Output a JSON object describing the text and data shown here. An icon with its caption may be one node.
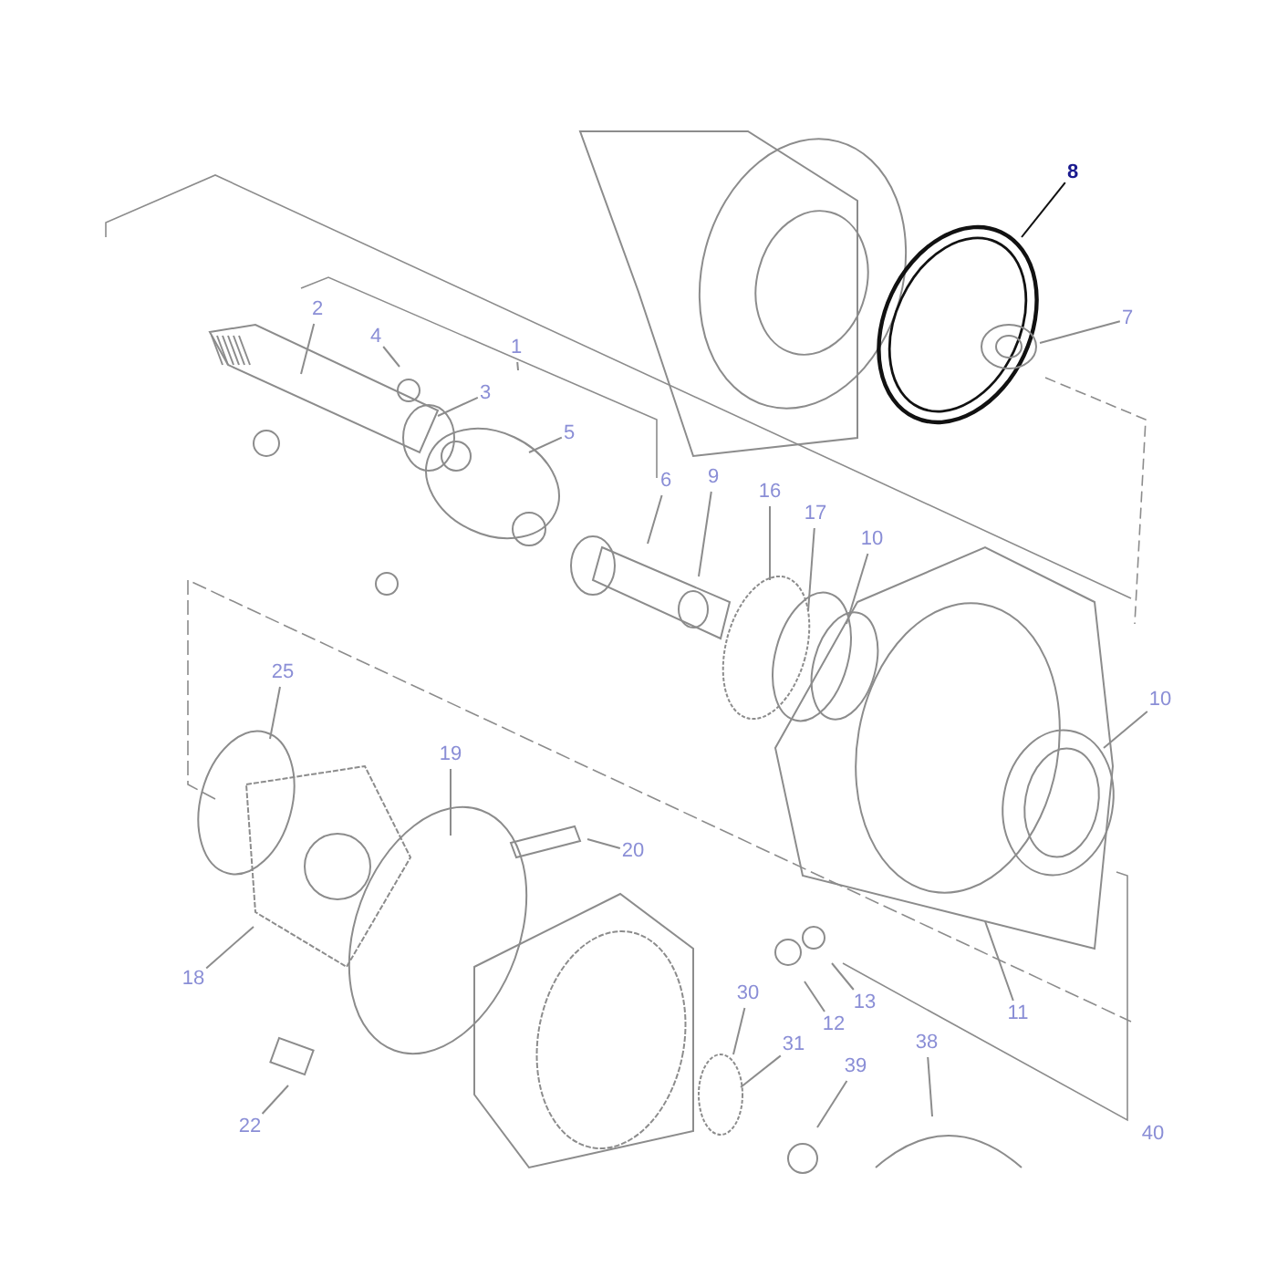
{
  "diagram": {
    "nodes": [
      {
        "text": [
          "8"
        ]
      },
      {
        "text": [
          "7"
        ]
      },
      {
        "text": [
          "2"
        ]
      },
      {
        "text": [
          "4"
        ]
      },
      {
        "text": [
          "3"
        ]
      },
      {
        "text": [
          "1"
        ]
      },
      {
        "text": [
          "5"
        ]
      },
      {
        "text": [
          "6"
        ]
      },
      {
        "text": [
          "9"
        ]
      },
      {
        "text": [
          "16"
        ]
      },
      {
        "text": [
          "17"
        ]
      },
      {
        "text": [
          "10"
        ]
      },
      {
        "text": [
          "25"
        ]
      },
      {
        "text": [
          "10"
        ]
      },
      {
        "text": [
          "19"
        ]
      },
      {
        "text": [
          "20"
        ]
      },
      {
        "text": [
          "18"
        ]
      },
      {
        "text": [
          "11"
        ]
      },
      {
        "text": [
          "13"
        ]
      },
      {
        "text": [
          "12"
        ]
      },
      {
        "text": [
          "30"
        ]
      },
      {
        "text": [
          "31"
        ]
      },
      {
        "text": [
          "39"
        ]
      },
      {
        "text": [
          "38"
        ]
      },
      {
        "text": [
          "22"
        ]
      }
    ],
    "edges": [
      {
        "from": 0,
        "to": null,
        "arrow": "none",
        "color": "#111111"
      },
      {
        "from": 1,
        "to": null,
        "arrow": "none"
      },
      {
        "from": 2,
        "to": null,
        "arrow": "none"
      },
      {
        "from": 3,
        "to": null,
        "arrow": "none"
      },
      {
        "from": 4,
        "to": null,
        "arrow": "none"
      },
      {
        "from": 5,
        "to": null,
        "arrow": "none"
      },
      {
        "from": 6,
        "to": null,
        "arrow": "none"
      },
      {
        "from": 7,
        "to": null,
        "arrow": "none"
      },
      {
        "from": 8,
        "to": null,
        "arrow": "none"
      },
      {
        "from": 9,
        "to": null,
        "arrow": "none"
      },
      {
        "from": 10,
        "to": null,
        "arrow": "none"
      },
      {
        "from": 11,
        "to": null,
        "arrow": "none"
      },
      {
        "from": 12,
        "to": null,
        "arrow": "none"
      },
      {
        "from": 13,
        "to": null,
        "arrow": "none"
      },
      {
        "from": 14,
        "to": null,
        "arrow": "none"
      },
      {
        "from": 15,
        "to": null,
        "arrow": "none"
      },
      {
        "from": 16,
        "to": null,
        "arrow": "none"
      },
      {
        "from": 17,
        "to": null,
        "arrow": "none"
      },
      {
        "from": 18,
        "to": null,
        "arrow": "none"
      },
      {
        "from": 19,
        "to": null,
        "arrow": "none"
      },
      {
        "from": 20,
        "to": null,
        "arrow": "none"
      },
      {
        "from": 21,
        "to": null,
        "arrow": "none"
      },
      {
        "from": 22,
        "to": null,
        "arrow": "none"
      },
      {
        "from": 23,
        "to": null,
        "arrow": "none"
      },
      {
        "from": 24,
        "to": null,
        "arrow": "none"
      }
    ],
    "labels": [
      "40"
    ]
  }
}
